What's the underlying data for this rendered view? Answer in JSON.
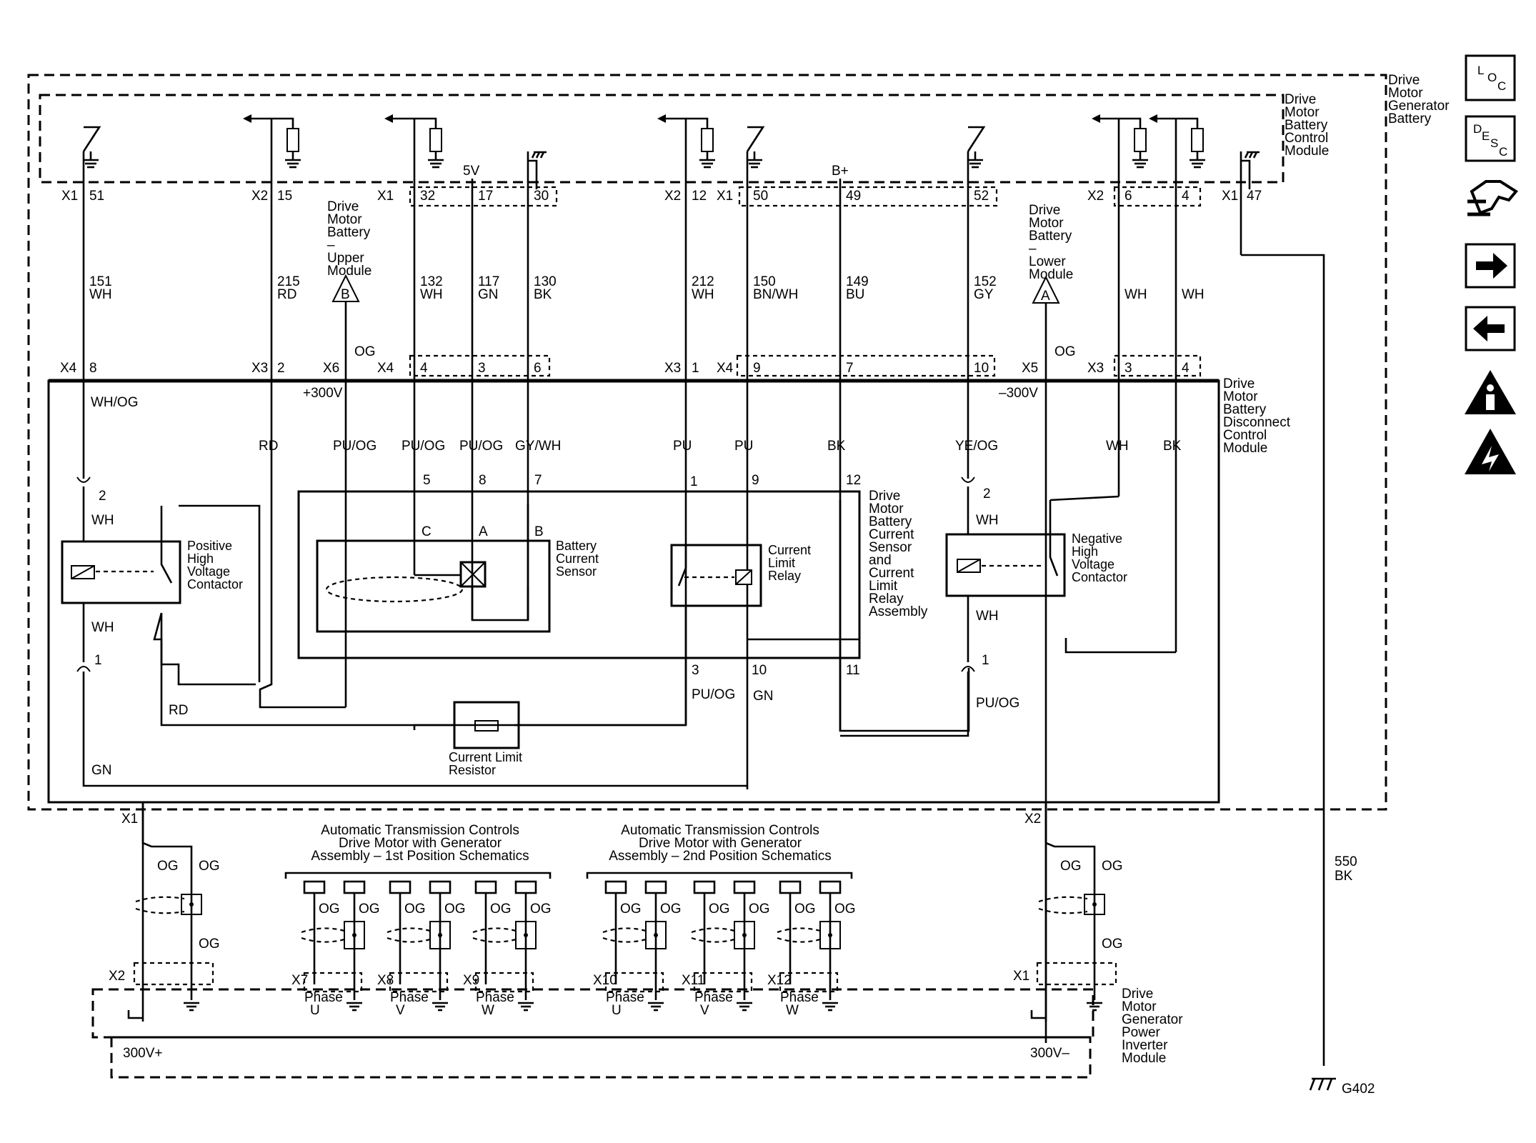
{
  "modules": {
    "battery": "Drive Motor Generator Battery",
    "bcm": "Drive Motor Battery Control Module",
    "upper": "Drive Motor Battery – Upper Module",
    "lower": "Drive Motor Battery – Lower Module",
    "bdcm": "Drive Motor Battery Disconnect Control Module",
    "assembly": "Drive Motor Battery Current Sensor and Current Limit Relay Assembly",
    "inverter": "Drive Motor Generator Power Inverter Module",
    "atc1": "Automatic Transmission Controls Drive Motor with Generator Assembly – 1st Position Schematics",
    "atc2": "Automatic Transmission Controls Drive Motor with Generator Assembly – 2nd Position Schematics"
  },
  "components": {
    "pos_contactor": "Positive High Voltage Contactor",
    "neg_contactor": "Negative High Voltage Contactor",
    "current_sensor": "Battery Current Sensor",
    "limit_relay": "Current Limit Relay",
    "limit_resistor": "Current Limit Resistor"
  },
  "top_connectors": [
    {
      "conn": "X1",
      "pin": "51",
      "wire": "151",
      "color": "WH"
    },
    {
      "conn": "X2",
      "pin": "15",
      "wire": "215",
      "color": "RD"
    },
    {
      "conn": "X1",
      "pin": "32",
      "wire": "132",
      "color": "WH"
    },
    {
      "conn": "",
      "pin": "17",
      "wire": "117",
      "color": "GN"
    },
    {
      "conn": "",
      "pin": "30",
      "wire": "130",
      "color": "BK"
    },
    {
      "conn": "X2",
      "pin": "12",
      "wire": "212",
      "color": "WH"
    },
    {
      "conn": "X1",
      "pin": "50",
      "wire": "150",
      "color": "BN/WH"
    },
    {
      "conn": "",
      "pin": "49",
      "wire": "149",
      "color": "BU"
    },
    {
      "conn": "",
      "pin": "52",
      "wire": "152",
      "color": "GY"
    },
    {
      "conn": "X2",
      "pin": "6",
      "wire": "",
      "color": "WH"
    },
    {
      "conn": "",
      "pin": "4",
      "wire": "",
      "color": "WH"
    },
    {
      "conn": "X1",
      "pin": "47",
      "wire": "550",
      "color": "BK"
    }
  ],
  "supply": {
    "v5": "5V",
    "bplus": "B+"
  },
  "triangles": {
    "b": "B",
    "a": "A"
  },
  "mid_connectors": [
    {
      "conn": "X4",
      "pin": "8",
      "color": "WH/OG"
    },
    {
      "conn": "X3",
      "pin": "2",
      "color": "RD"
    },
    {
      "conn": "X6",
      "pin": "",
      "color": "PU/OG",
      "wire_above": "OG"
    },
    {
      "conn": "X4",
      "pin": "4",
      "color": "PU/OG"
    },
    {
      "conn": "",
      "pin": "3",
      "color": "PU/OG"
    },
    {
      "conn": "",
      "pin": "6",
      "color": "GY/WH"
    },
    {
      "conn": "X3",
      "pin": "1",
      "color": "PU"
    },
    {
      "conn": "X4",
      "pin": "9",
      "color": "PU"
    },
    {
      "conn": "",
      "pin": "7",
      "color": "BK"
    },
    {
      "conn": "",
      "pin": "10",
      "color": "YE/OG"
    },
    {
      "conn": "X5",
      "pin": "",
      "color": "",
      "wire_above": "OG"
    },
    {
      "conn": "X3",
      "pin": "3",
      "color": "WH"
    },
    {
      "conn": "",
      "pin": "4",
      "color": "BK"
    }
  ],
  "voltages": {
    "pos": "+300V",
    "neg": "–300V",
    "inv_pos": "300V+",
    "inv_neg": "300V–"
  },
  "assembly_pins": {
    "p5": "5",
    "p8": "8",
    "p7": "7",
    "p1": "1",
    "p9": "9",
    "p12": "12",
    "p3": "3",
    "p10": "10",
    "p11": "11",
    "c": "C",
    "a": "A",
    "b": "B"
  },
  "contactor_pins": {
    "two": "2",
    "one": "1"
  },
  "inner_colors": {
    "wh": "WH",
    "rd": "RD",
    "gn": "GN",
    "puog": "PU/OG",
    "gn2": "GN"
  },
  "bottom": {
    "x1": "X1",
    "x2": "X2",
    "og": "OG",
    "phases": [
      {
        "conn": "X7",
        "name": "Phase",
        "ph": "U"
      },
      {
        "conn": "X8",
        "name": "Phase",
        "ph": "V"
      },
      {
        "conn": "X9",
        "name": "Phase",
        "ph": "W"
      },
      {
        "conn": "X10",
        "name": "Phase",
        "ph": "U"
      },
      {
        "conn": "X11",
        "name": "Phase",
        "ph": "V"
      },
      {
        "conn": "X12",
        "name": "Phase",
        "ph": "W"
      }
    ]
  },
  "ground": "G402",
  "nav": {
    "loc": "LOC",
    "desc": "DESC"
  }
}
